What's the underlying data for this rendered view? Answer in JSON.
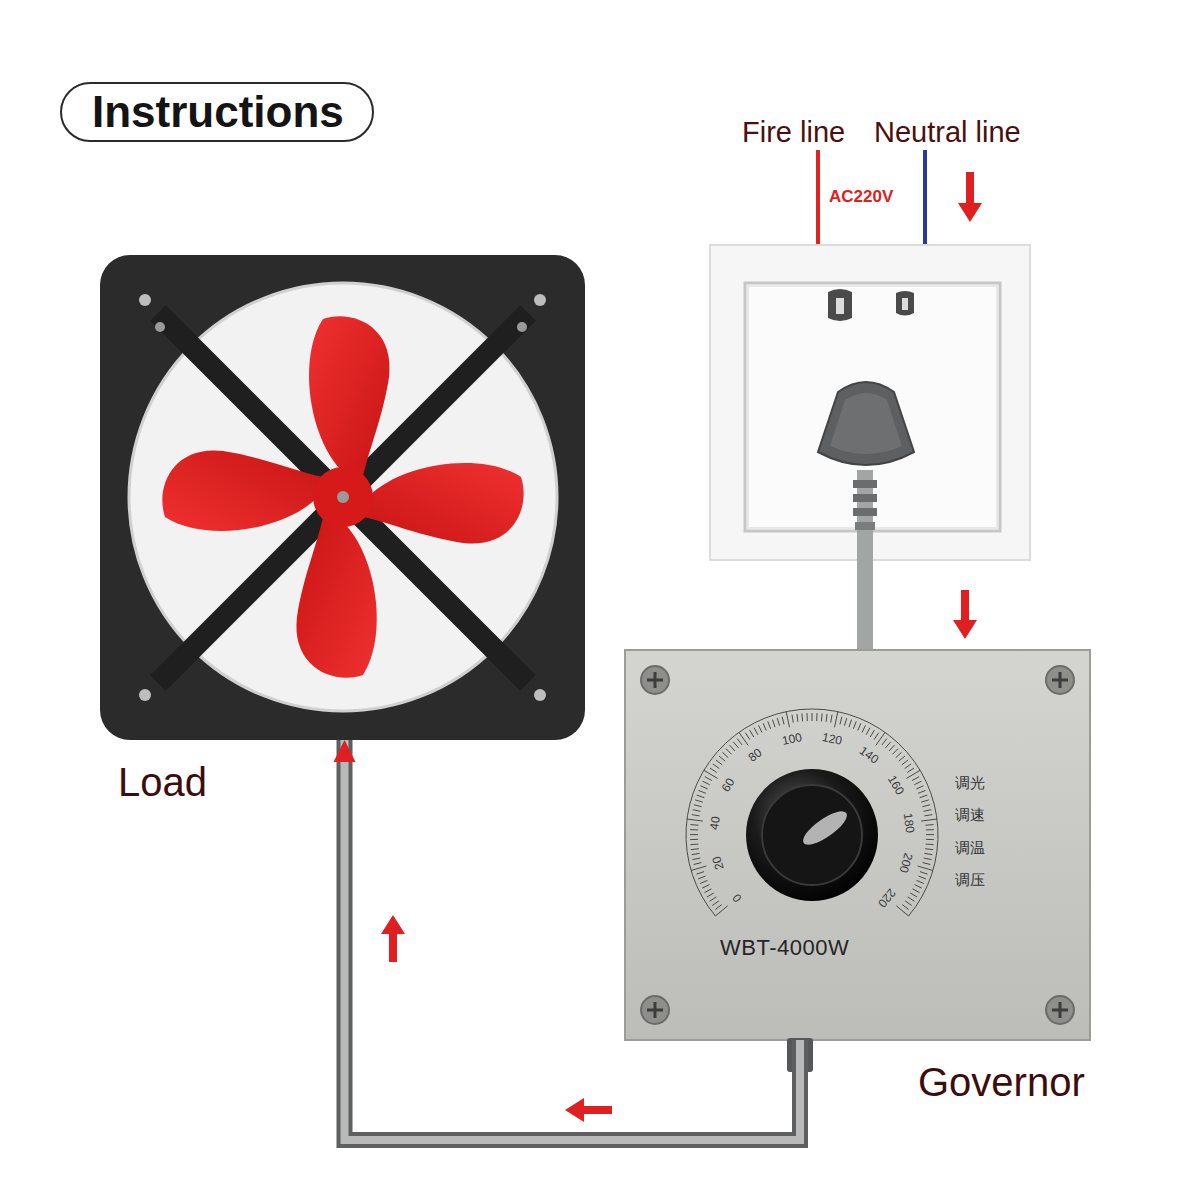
{
  "diagram": {
    "title": "Instructions",
    "nodes": [
      {
        "text": [
          "Load"
        ]
      },
      {
        "text": [
          "Governor",
          "WBT-4000W"
        ]
      }
    ],
    "edges": [
      {
        "from": 1,
        "to": 0,
        "arrow": "to"
      }
    ],
    "labels": [
      "Fire line",
      "Neutral line",
      "AC220V",
      "0",
      "20",
      "40",
      "60",
      "80",
      "100",
      "120",
      "140",
      "160",
      "180",
      "200",
      "220",
      "调光",
      "调速",
      "调温",
      "调压"
    ]
  }
}
